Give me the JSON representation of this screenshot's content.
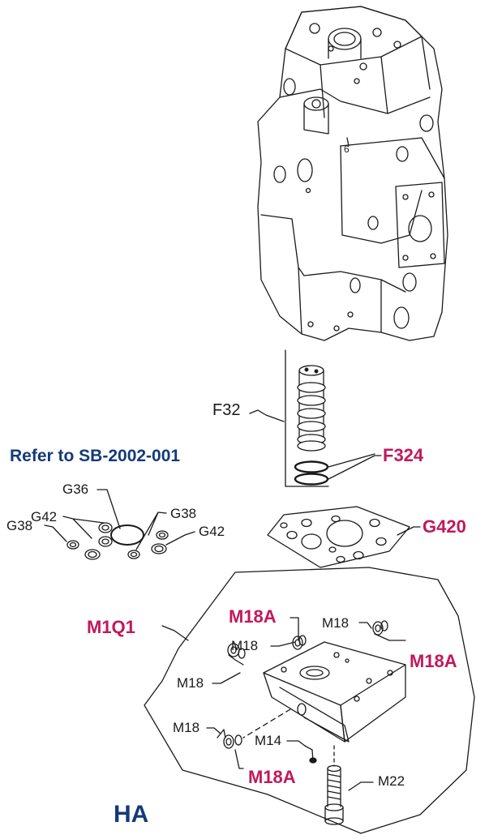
{
  "reference_note": "Refer to SB-2002-001",
  "section_title": "HA",
  "labels": {
    "F32": "F32",
    "F324": "F324",
    "G420": "G420",
    "G36": "G36",
    "G42": "G42",
    "G38": "G38",
    "M1Q1": "M1Q1",
    "M18A": "M18A",
    "M18": "M18",
    "M14": "M14",
    "M22": "M22"
  },
  "colors": {
    "highlight": "#c2185b",
    "title": "#15397a",
    "line": "#1a1a1a"
  }
}
